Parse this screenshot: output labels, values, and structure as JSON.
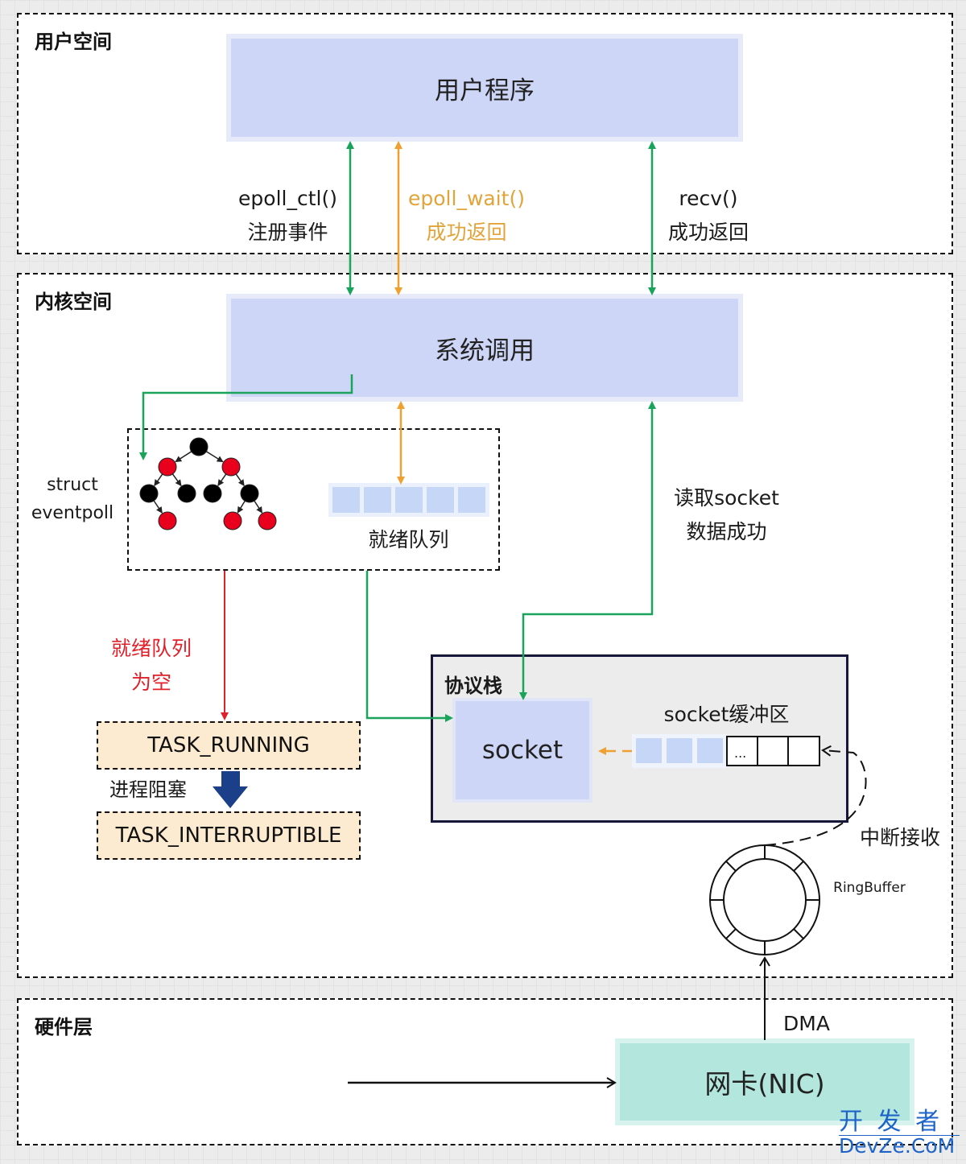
{
  "regions": {
    "user_space": "用户空间",
    "kernel_space": "内核空间",
    "hardware": "硬件层"
  },
  "boxes": {
    "user_program": "用户程序",
    "syscall": "系统调用",
    "protocol_stack": "协议栈",
    "socket": "socket",
    "socket_buffer": "socket缓冲区",
    "socket_buffer_ellipsis": "...",
    "nic": "网卡(NIC)",
    "task_running": "TASK_RUNNING",
    "task_interruptible": "TASK_INTERRUPTIBLE"
  },
  "labels": {
    "epoll_ctl": [
      "epoll_ctl()",
      "注册事件"
    ],
    "epoll_wait": [
      "epoll_wait()",
      "成功返回"
    ],
    "recv": [
      "recv()",
      "成功返回"
    ],
    "eventpoll": [
      "struct",
      "eventpoll"
    ],
    "ready_queue": "就绪队列",
    "read_socket": [
      "读取socket",
      "数据成功"
    ],
    "queue_empty": [
      "就绪队列",
      "为空"
    ],
    "process_block": "进程阻塞",
    "interrupt_receive": "中断接收",
    "ring_buffer": "RingBuffer",
    "dma": "DMA"
  },
  "rb_tree": {
    "nodes": [
      {
        "color": "black"
      },
      {
        "color": "red"
      },
      {
        "color": "red"
      },
      {
        "color": "black"
      },
      {
        "color": "black"
      },
      {
        "color": "black"
      },
      {
        "color": "black"
      },
      {
        "color": "red"
      },
      {
        "color": "red"
      },
      {
        "color": "red"
      }
    ]
  },
  "ready_queue_cells": 5,
  "socket_buffer_filled_cells": 3,
  "socket_buffer_empty_cells": 3,
  "ring_buffer_segments": 8,
  "colors": {
    "green": "#1aa35a",
    "orange": "#f0a030",
    "orange_text": "#e2a43a",
    "red": "#e0202a",
    "navy": "#1c3f8a",
    "node_red": "#e8001c",
    "node_black": "#000000"
  },
  "watermark": {
    "line1": "开 发 者",
    "line2": "DevZe.CoM"
  }
}
